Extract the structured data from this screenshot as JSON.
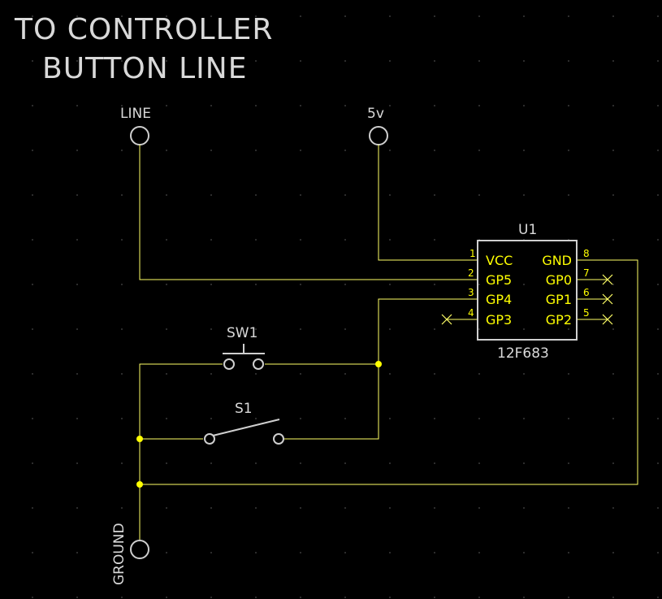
{
  "title": {
    "line1": "TO CONTROLLER",
    "line2": "BUTTON LINE"
  },
  "connectors": {
    "line": "LINE",
    "power": "5v",
    "ground": "GROUND"
  },
  "ic": {
    "ref": "U1",
    "value": "12F683",
    "pins": [
      {
        "num": "1",
        "name": "VCC"
      },
      {
        "num": "2",
        "name": "GP5"
      },
      {
        "num": "3",
        "name": "GP4"
      },
      {
        "num": "4",
        "name": "GP3"
      },
      {
        "num": "5",
        "name": "GP2"
      },
      {
        "num": "6",
        "name": "GP1"
      },
      {
        "num": "7",
        "name": "GP0"
      },
      {
        "num": "8",
        "name": "GND"
      }
    ]
  },
  "switches": {
    "pushbutton": "SW1",
    "toggle": "S1"
  },
  "colors": {
    "background": "#000000",
    "wire": "#ffff66",
    "pin_text": "#ffff00",
    "component": "#cfcfcf",
    "junction": "#ffff00"
  }
}
